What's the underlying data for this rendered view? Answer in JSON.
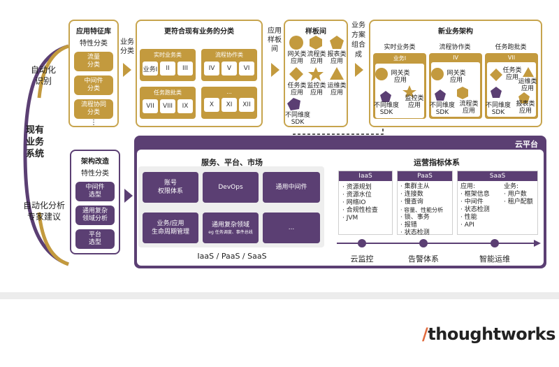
{
  "left_brace": {
    "label_top": [
      "自动化",
      "识别"
    ],
    "label_center": [
      "现有",
      "业务",
      "系统"
    ],
    "label_bottom": [
      "自动化分析",
      "专家建议"
    ]
  },
  "feature_lib": {
    "title": "应用特征库",
    "subtitle": "特性分类",
    "items": [
      [
        "流量",
        "分类"
      ],
      [
        "中间件",
        "分类"
      ],
      [
        "流程协同",
        "分类"
      ]
    ],
    "more": "⋮"
  },
  "arrow_label_1": [
    "业务",
    "分类"
  ],
  "classification": {
    "title": "更符合现有业务的分类",
    "groups": [
      {
        "label": "实时业务类",
        "items": [
          "业务I",
          "II",
          "III"
        ]
      },
      {
        "label": "流程协作类",
        "items": [
          "IV",
          "V",
          "VI"
        ]
      },
      {
        "label": "任务跑批类",
        "items": [
          "VII",
          "VIII",
          "IX"
        ]
      },
      {
        "label": "...",
        "items": [
          "X",
          "XI",
          "XII"
        ]
      }
    ]
  },
  "arrow_label_2": [
    "应用",
    "样板",
    "间"
  ],
  "sample_room": {
    "title": "样板间",
    "icons": [
      {
        "label": [
          "网关类",
          "应用"
        ],
        "shape": "circle-icon",
        "color": "#c39a3e"
      },
      {
        "label": [
          "流程类",
          "应用"
        ],
        "shape": "hexagon-icon",
        "color": "#c39a3e"
      },
      {
        "label": [
          "报表类",
          "应用"
        ],
        "shape": "pentagon-icon",
        "color": "#c39a3e"
      },
      {
        "label": [
          "任务类",
          "应用"
        ],
        "shape": "diamond-icon",
        "color": "#c39a3e"
      },
      {
        "label": [
          "监控类",
          "应用"
        ],
        "shape": "star-icon",
        "color": "#c39a3e"
      },
      {
        "label": [
          "运维类",
          "应用"
        ],
        "shape": "triangle-icon",
        "color": "#c39a3e"
      },
      {
        "label": [
          "不同维度",
          "SDK"
        ],
        "shape": "gem-icon",
        "color": "#5b3f73"
      }
    ]
  },
  "arrow_label_3": [
    "业务",
    "方案",
    "组合",
    "成"
  ],
  "new_arch": {
    "title": "新业务架构",
    "columns": [
      {
        "header": "实时业务类",
        "band": "业务I",
        "items": [
          [
            "网关类",
            "应用"
          ],
          [
            "不同维度",
            "SDK"
          ],
          [
            "监控类",
            "应用"
          ]
        ]
      },
      {
        "header": "流程协作类",
        "band": "IV",
        "items": [
          [
            "网关类",
            "应用"
          ],
          [
            "不同维度",
            "SDK"
          ],
          [
            "流程类",
            "应用"
          ]
        ]
      },
      {
        "header": "任务跑批类",
        "band": "VII",
        "items": [
          [
            "任务类",
            "应用"
          ],
          [
            "运维类",
            "应用"
          ],
          [
            "不同维度",
            "SDK"
          ],
          [
            "报表类",
            "应用"
          ]
        ]
      }
    ]
  },
  "arch_mod": {
    "title": "架构改造",
    "subtitle": "特性分类",
    "items": [
      [
        "中间件",
        "选型"
      ],
      [
        "通用复杂",
        "领域分析"
      ],
      [
        "平台",
        "选型"
      ]
    ]
  },
  "cloud": {
    "banner": "云平台",
    "services": {
      "title": "服务、平台、市场",
      "cards": [
        {
          "text": [
            "账号",
            "权限体系"
          ]
        },
        {
          "text": [
            "DevOps"
          ]
        },
        {
          "text": [
            "通用中间件"
          ]
        },
        {
          "text": [
            "业务/应用",
            "生命周期管理"
          ]
        },
        {
          "text": [
            "通用复杂领域",
            "eg 任务调度、事件总线"
          ]
        },
        {
          "text": [
            "..."
          ]
        }
      ],
      "footer": "IaaS / PaaS / SaaS"
    },
    "ops": {
      "title": "运营指标体系",
      "cols": [
        {
          "header": "IaaS",
          "lines": [
            "· 资源规划",
            "· 资源水位",
            "· 网络IO",
            "· 合规性检查",
            "· JVM"
          ]
        },
        {
          "header": "PaaS",
          "lines": [
            "· 集群主从",
            "· 连接数",
            "· 慢查询",
            "· 容量、性能分析",
            "· 锁、事务",
            "· 报错",
            "· 状态检测"
          ]
        },
        {
          "header": "SaaS",
          "lines_a": [
            "应用:",
            "· 框架信息",
            "· 中间件",
            "· 状态检测",
            "· 性能",
            "· API"
          ],
          "lines_b": [
            "业务:",
            "· 用户数",
            "· 租户配额"
          ]
        }
      ],
      "timeline": [
        "云监控",
        "告警体系",
        "智能运维"
      ]
    }
  },
  "brand": {
    "logo": "/thoughtworks",
    "accent": "#e16a3d"
  },
  "colors": {
    "gold": "#c39a3e",
    "purple": "#5b3f73"
  }
}
